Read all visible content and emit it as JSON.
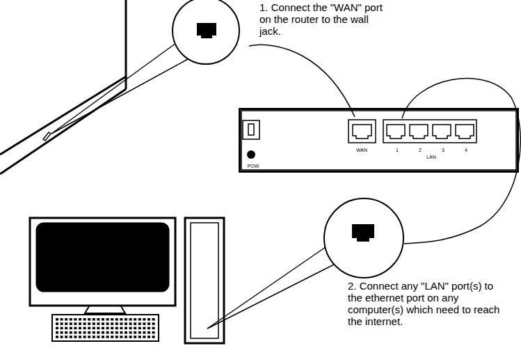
{
  "diagram": {
    "nodes": [
      {
        "text": [
          "POW",
          "WAN",
          "1",
          "2",
          "3",
          "4",
          "LAN"
        ]
      }
    ],
    "labels": [
      "1. Connect the \"WAN\" port on the router to the wall jack.",
      "2. Connect any \"LAN\" port(s) to the ethernet port on any computer(s) which need to reach the internet."
    ]
  }
}
